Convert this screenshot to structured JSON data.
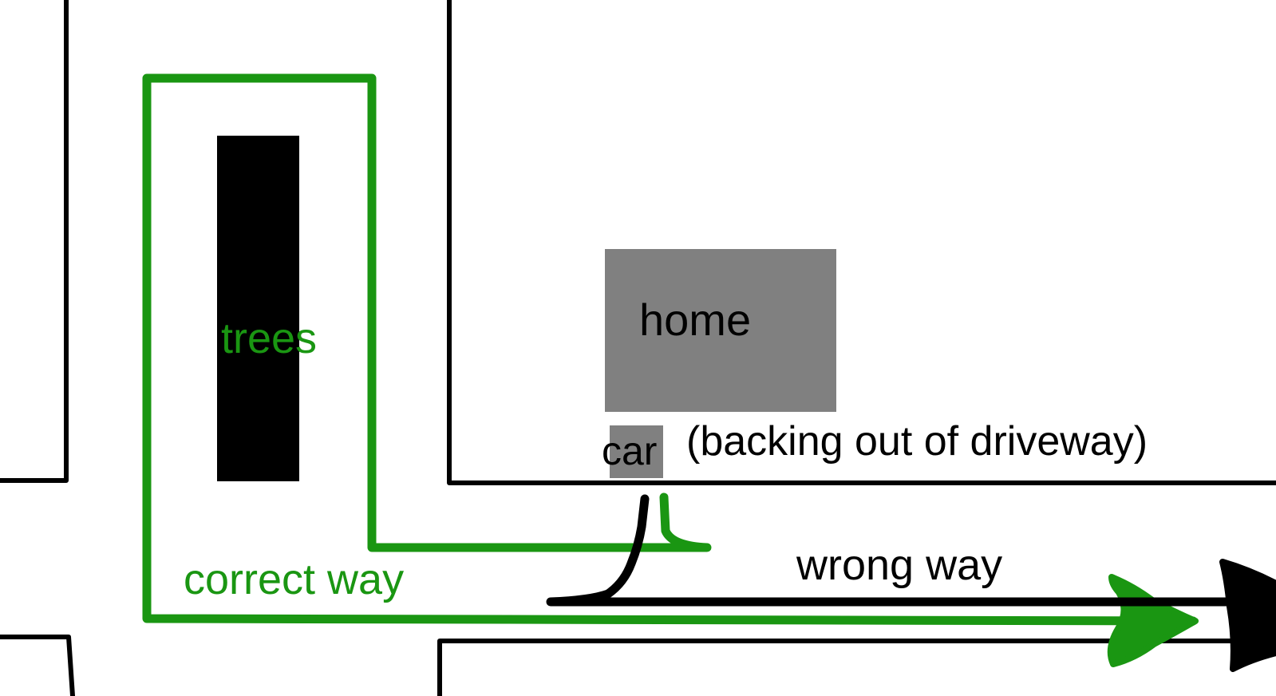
{
  "colors": {
    "background": "#ffffff",
    "road_edge": "#000000",
    "green_path": "#1a9612",
    "black_path": "#000000",
    "trees": "#000000",
    "home": "#808080",
    "car": "#808080",
    "text_dark": "#000000",
    "text_green": "#1a9612"
  },
  "labels": {
    "trees": "trees",
    "home": "home",
    "car": "car",
    "car_note": "(backing out of driveway)",
    "correct_way": "correct way",
    "wrong_way": "wrong way"
  }
}
